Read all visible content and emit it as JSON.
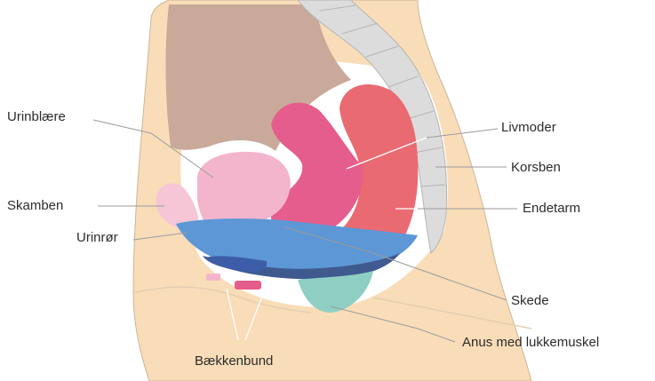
{
  "labels": {
    "urinblaere": "Urinblære",
    "skamben": "Skamben",
    "urinror": "Urinrør",
    "baekkenbund": "Bækkenbund",
    "livmoder": "Livmoder",
    "korsben": "Korsben",
    "endetarm": "Endetarm",
    "skede": "Skede",
    "anus": "Anus med lukkemuskel"
  },
  "colors": {
    "skin": "#f9ddb8",
    "abdomen": "#c9aa9a",
    "bladder": "#f3b5cc",
    "pubic_bone": "#f6c6d6",
    "uterus": "#e55d8c",
    "rectum": "#ea6a72",
    "pelvic_floor": "#5d97d6",
    "sphincter": "#8fcfc3",
    "spine": "#dcdcdc",
    "deep_muscle": "#3f5a8e"
  }
}
